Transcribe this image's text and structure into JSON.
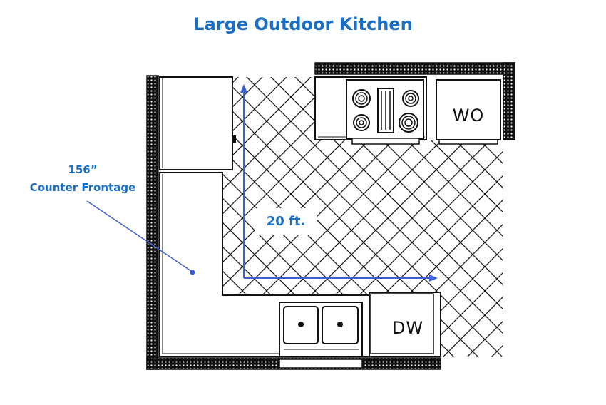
{
  "title": "Large Outdoor Kitchen",
  "callout": {
    "value": "156”",
    "label": "Counter Frontage"
  },
  "dimension": "20 ft.",
  "appliances": {
    "wine_cooler": "WO",
    "dishwasher": "DW"
  },
  "colors": {
    "accent": "#1a6fc4",
    "line": "#1a1a1a"
  },
  "icons": [
    "stove-icon",
    "double-sink-icon",
    "refrigerator-icon"
  ]
}
